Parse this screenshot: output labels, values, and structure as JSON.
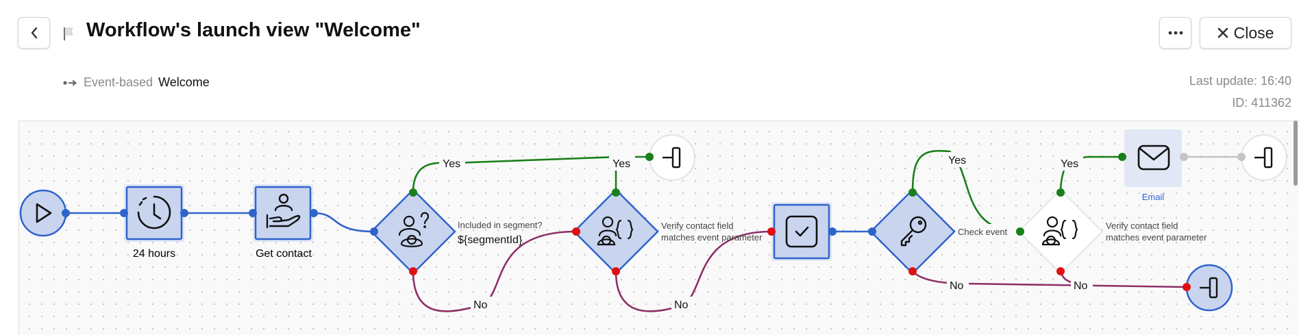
{
  "header": {
    "title": "Workflow's launch view \"Welcome\"",
    "close_label": "Close",
    "more_icon": "more-icon",
    "back_icon": "chevron-left-icon"
  },
  "subheader": {
    "trigger_type": "Event-based",
    "trigger_name": "Welcome",
    "last_update": "Last update: 16:40",
    "id_text": "ID: 411362"
  },
  "flow": {
    "colors": {
      "yes": "#1a7f1a",
      "no": "#8e2f67",
      "main": "#2f63cc",
      "node_fill": "#c9d5ef",
      "node_border": "#2f63cc",
      "no_dot": "#e01010"
    },
    "nodes": {
      "delay_label": "24 hours",
      "get_contact_label": "Get contact",
      "segment_check_label": "Included in segment?",
      "segment_check_param": "${segmentId}",
      "verify_field_label_1": "Verify contact field",
      "verify_field_label_2": "matches event parameter",
      "check_event_label": "Check event",
      "verify_field2_label_1": "Verify contact field",
      "verify_field2_label_2": "matches event parameter",
      "email_label": "Email"
    },
    "edges": {
      "yes1": "Yes",
      "no1": "No",
      "yes2": "Yes",
      "no2": "No",
      "yes3": "Yes",
      "no3": "No",
      "yes4": "Yes",
      "no4": "No"
    }
  }
}
